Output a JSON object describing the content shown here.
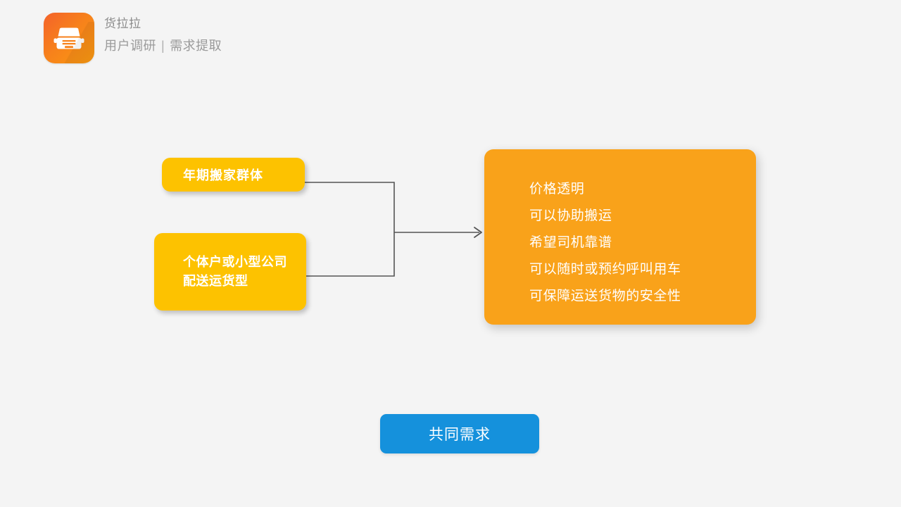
{
  "header": {
    "logo_icon": "truck-front-icon",
    "brand_name": "货拉拉",
    "subtitle_left": "用户调研",
    "subtitle_separator": "|",
    "subtitle_right": "需求提取"
  },
  "segments": [
    {
      "label": "年期搬家群体"
    },
    {
      "label": "个体户或小型公司配送运货型"
    }
  ],
  "needs_panel": {
    "items": [
      "价格透明",
      "可以协助搬运",
      "希望司机靠谱",
      "可以随时或预约呼叫用车",
      "可保障运送货物的安全性"
    ]
  },
  "footer": {
    "common_need_label": "共同需求"
  },
  "connector": {
    "arrow_icon": "arrow-right-icon"
  },
  "colors": {
    "background": "#f4f4f4",
    "segment_card": "#fdc200",
    "needs_panel": "#f9a21a",
    "common_need_button": "#1591dc",
    "logo_gradient_start": "#f4622a",
    "logo_gradient_end": "#fa9a10",
    "connector_line": "#6b6b6b",
    "header_text": "#9a9a9a"
  }
}
